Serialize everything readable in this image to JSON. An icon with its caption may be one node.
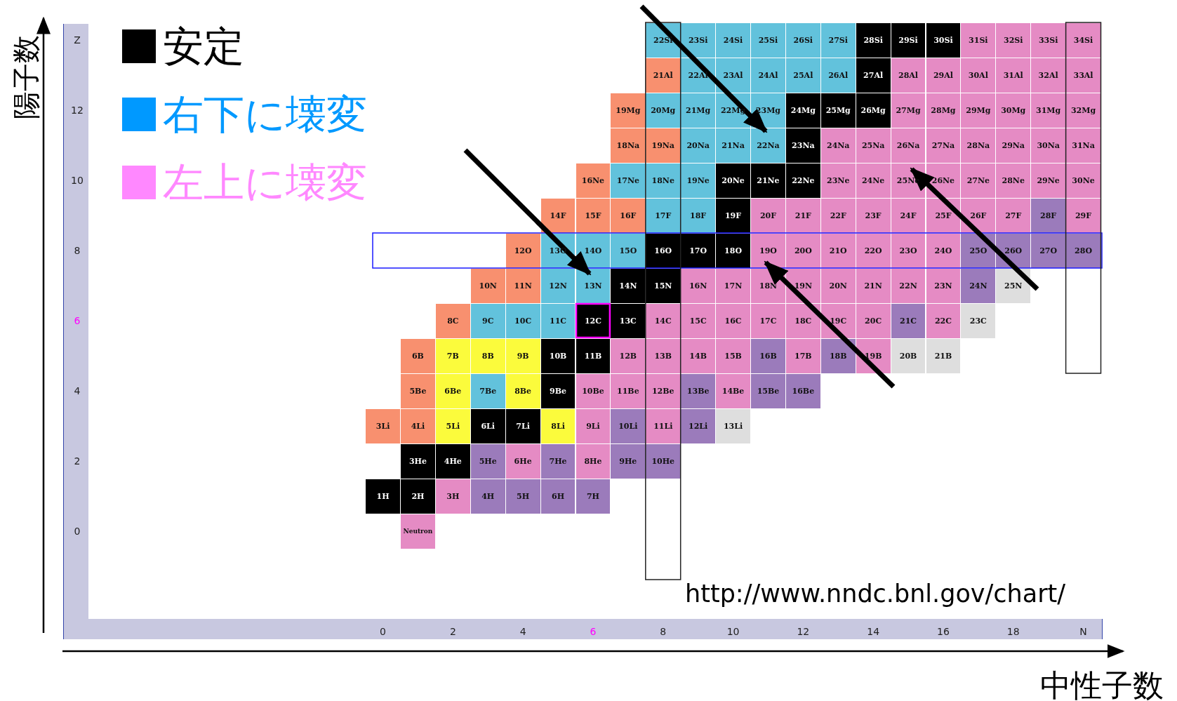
{
  "diagram": {
    "labels": [
      "陽子数",
      "Z",
      "12",
      "10",
      "8",
      "6",
      "4",
      "2",
      "0",
      "22Si",
      "23Si",
      "24Si",
      "25Si",
      "26Si",
      "27Si",
      "28Si",
      "29Si",
      "30Si",
      "31Si",
      "32Si",
      "33Si",
      "34Si",
      "21Al",
      "22Al",
      "23Al",
      "24Al",
      "25Al",
      "26Al",
      "27Al",
      "28Al",
      "29Al",
      "30Al",
      "31Al",
      "32Al",
      "33Al",
      "19Mg",
      "20Mg",
      "21Mg",
      "22Mg",
      "23Mg",
      "24Mg",
      "25Mg",
      "26Mg",
      "27Mg",
      "28Mg",
      "29Mg",
      "30Mg",
      "31Mg",
      "32Mg",
      "18Na",
      "19Na",
      "20Na",
      "21Na",
      "22Na",
      "23Na",
      "24Na",
      "25Na",
      "26Na",
      "27Na",
      "28Na",
      "29Na",
      "30Na",
      "31Na",
      "16Ne",
      "17Ne",
      "18Ne",
      "19Ne",
      "20Ne",
      "21Ne",
      "22Ne",
      "23Ne",
      "24Ne",
      "25Ne",
      "26Ne",
      "27Ne",
      "28Ne",
      "29Ne",
      "30Ne",
      "14F",
      "15F",
      "16F",
      "17F",
      "18F",
      "19F",
      "20F",
      "21F",
      "22F",
      "23F",
      "24F",
      "25F",
      "26F",
      "27F",
      "28F",
      "29F",
      "12O",
      "13O",
      "14O",
      "15O",
      "16O",
      "17O",
      "18O",
      "19O",
      "20O",
      "21O",
      "22O",
      "23O",
      "24O",
      "25O",
      "26O",
      "27O",
      "28O",
      "10N",
      "11N",
      "12N",
      "13N",
      "14N",
      "15N",
      "16N",
      "17N",
      "18N",
      "19N",
      "20N",
      "21N",
      "22N",
      "23N",
      "24N",
      "25N",
      "8C",
      "9C",
      "10C",
      "11C",
      "12C",
      "13C",
      "14C",
      "15C",
      "16C",
      "17C",
      "18C",
      "19C",
      "20C",
      "21C",
      "22C",
      "23C",
      "6B",
      "7B",
      "8B",
      "9B",
      "10B",
      "11B",
      "12B",
      "13B",
      "14B",
      "15B",
      "16B",
      "17B",
      "18B",
      "19B",
      "20B",
      "21B",
      "5Be",
      "6Be",
      "7Be",
      "8Be",
      "9Be",
      "10Be",
      "11Be",
      "12Be",
      "13Be",
      "14Be",
      "15Be",
      "16Be",
      "3Li",
      "4Li",
      "5Li",
      "6Li",
      "7Li",
      "8Li",
      "9Li",
      "10Li",
      "11Li",
      "12Li",
      "13Li",
      "3He",
      "4He",
      "5He",
      "6He",
      "7He",
      "8He",
      "9He",
      "10He",
      "1H",
      "2H",
      "3H",
      "4H",
      "5H",
      "6H",
      "7H",
      "Neutron",
      "http://www.nndc.bnl.gov/chart/",
      "0",
      "2",
      "4",
      "6",
      "8",
      "10",
      "12",
      "14",
      "16",
      "18",
      "N",
      "中性子数"
    ],
    "legend": [
      {
        "text": "安定",
        "color": "#000000"
      },
      {
        "text": "右下に壊変",
        "color": "#0099ff"
      },
      {
        "text": "左上に壊変",
        "color": "#ff88ff"
      }
    ]
  }
}
